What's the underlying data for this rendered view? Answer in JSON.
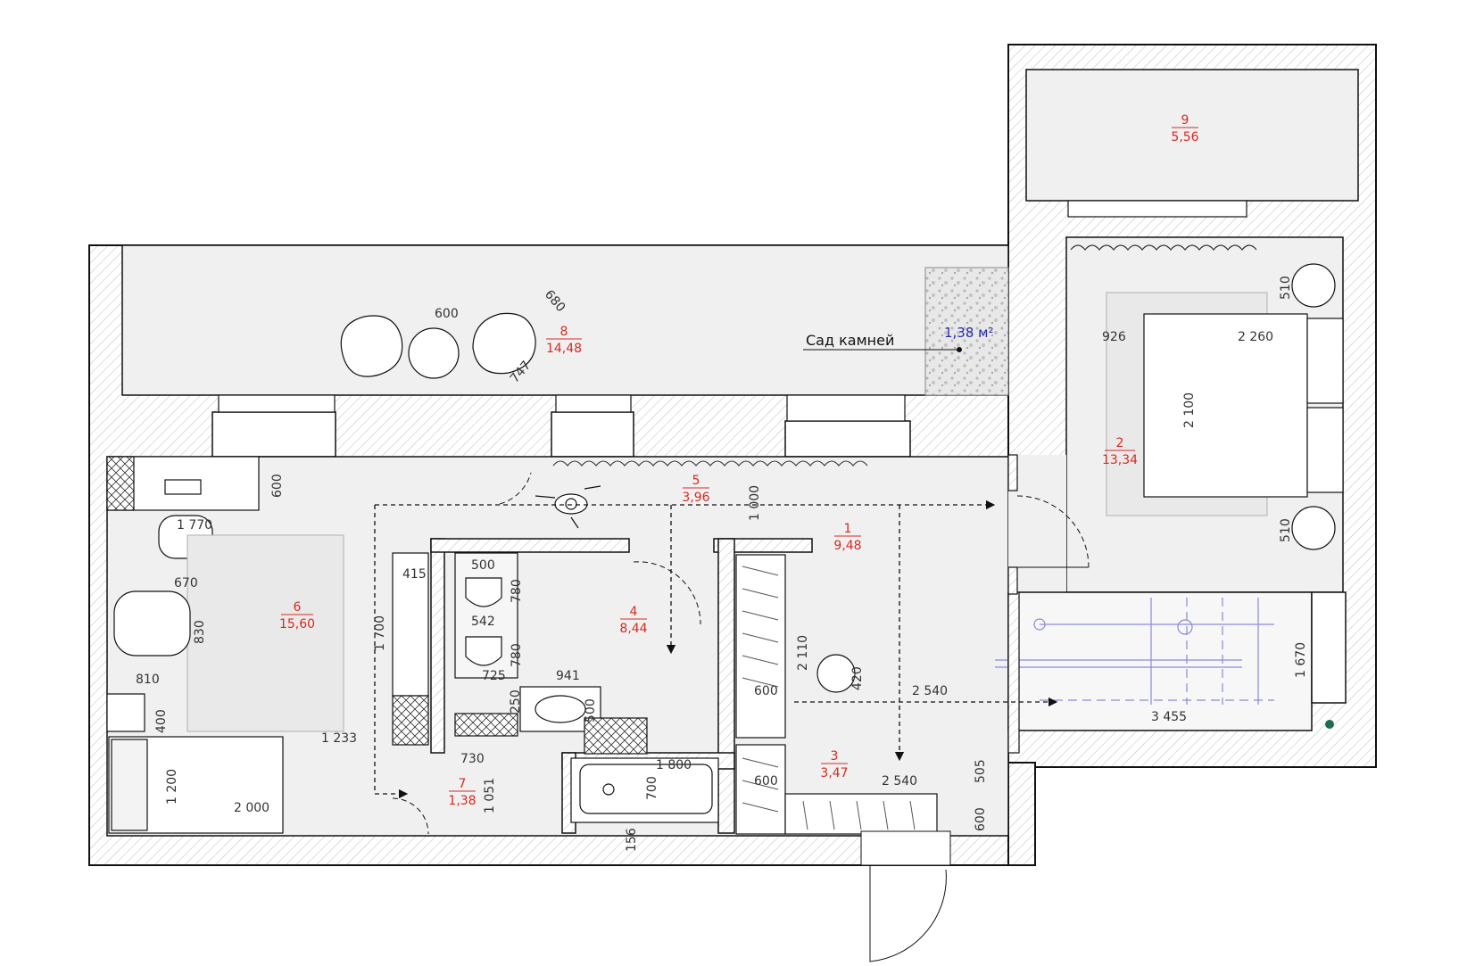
{
  "colors": {
    "wall": "#dddddd",
    "wall_stroke": "#111111",
    "floor": "#f0f0f0",
    "room_label": "#d62b24",
    "garden_label": "#2b2ba8",
    "background": "#ffffff"
  },
  "rooms": [
    {
      "number": "1",
      "area": "9,48"
    },
    {
      "number": "2",
      "area": "13,34"
    },
    {
      "number": "3",
      "area": "3,47"
    },
    {
      "number": "4",
      "area": "8,44"
    },
    {
      "number": "5",
      "area": "3,96"
    },
    {
      "number": "6",
      "area": "15,60"
    },
    {
      "number": "7",
      "area": "1,38"
    },
    {
      "number": "8",
      "area": "14,48"
    },
    {
      "number": "9",
      "area": "5,56"
    }
  ],
  "garden": {
    "label": "Сад камней",
    "area": "1,38 м²"
  },
  "dimensions": [
    "600",
    "680",
    "747",
    "926",
    "2 260",
    "510",
    "2 100",
    "510",
    "600",
    "1 770",
    "670",
    "830",
    "810",
    "400",
    "1 233",
    "1 200",
    "2 000",
    "1 700",
    "415",
    "500",
    "780",
    "542",
    "780",
    "725",
    "941",
    "250",
    "500",
    "730",
    "1 051",
    "156",
    "1 800",
    "700",
    "1 000",
    "2 110",
    "420",
    "600",
    "2 540",
    "600",
    "2 540",
    "505",
    "600",
    "3 455",
    "1 670"
  ],
  "icons": [
    "stone-garden-icon",
    "person-walking-icon",
    "rain-shower-icon"
  ]
}
